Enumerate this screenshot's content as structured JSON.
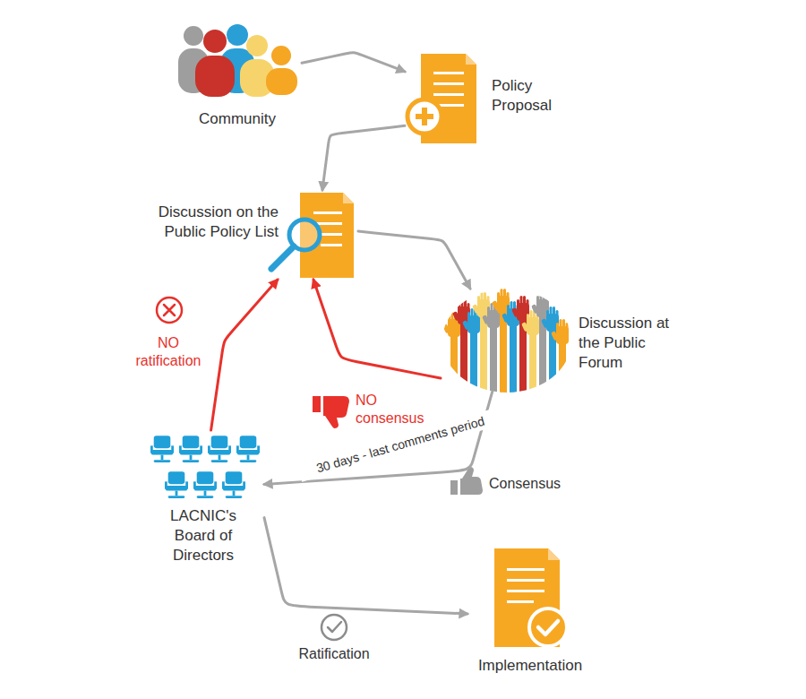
{
  "diagram": {
    "nodes": [
      {
        "text": [
          "Community"
        ]
      },
      {
        "text": [
          "Policy Proposal"
        ]
      },
      {
        "text": [
          "Discussion on the Public Policy List"
        ]
      },
      {
        "text": [
          "Discussion at the Public Forum"
        ]
      },
      {
        "text": [
          "LACNIC's Board of Directors"
        ]
      },
      {
        "text": [
          "Implementation"
        ]
      }
    ],
    "edges": [
      {
        "from": 0,
        "to": 1,
        "arrow": "to"
      },
      {
        "from": 1,
        "to": 2,
        "arrow": "to"
      },
      {
        "from": 2,
        "to": 3,
        "arrow": "to"
      },
      {
        "from": 3,
        "to": 2,
        "label": "NO consensus",
        "arrow": "to"
      },
      {
        "from": 3,
        "to": 4,
        "label": "30 days - last comments period",
        "arrow": "to"
      },
      {
        "from": 4,
        "to": 2,
        "label": "NO ratification",
        "arrow": "to"
      },
      {
        "from": 4,
        "to": 5,
        "label": "Ratification",
        "arrow": "to"
      }
    ],
    "labels": [
      "Consensus"
    ]
  }
}
